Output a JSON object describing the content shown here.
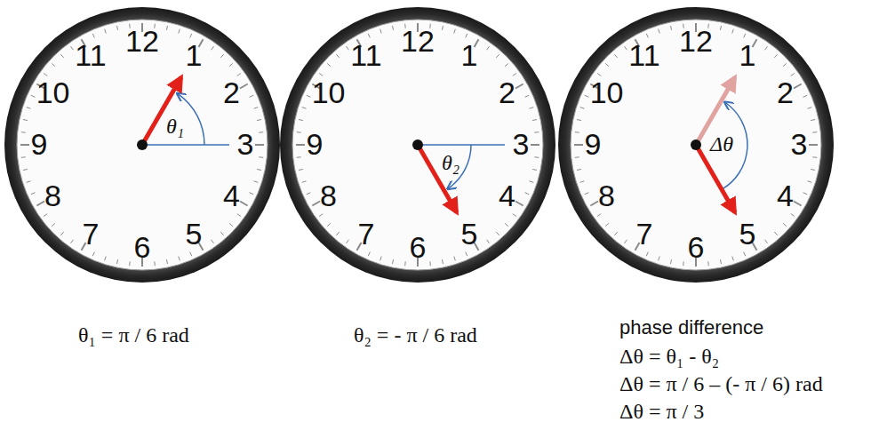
{
  "diagram": {
    "labels": [
      "12",
      "1",
      "2",
      "3",
      "4",
      "5",
      "6",
      "7",
      "8",
      "9",
      "10",
      "11",
      "θ₁",
      "12",
      "1",
      "2",
      "3",
      "4",
      "5",
      "6",
      "7",
      "8",
      "9",
      "10",
      "11",
      "θ₂",
      "12",
      "1",
      "2",
      "3",
      "4",
      "5",
      "6",
      "7",
      "8",
      "9",
      "10",
      "11",
      "Δθ",
      "θ₁ = π / 6 rad",
      "θ₂ = - π / 6 rad",
      "phase difference",
      "Δθ = θ₁ - θ₂",
      "Δθ = π / 6 – (- π / 6) rad",
      "Δθ = π / 3"
    ]
  }
}
